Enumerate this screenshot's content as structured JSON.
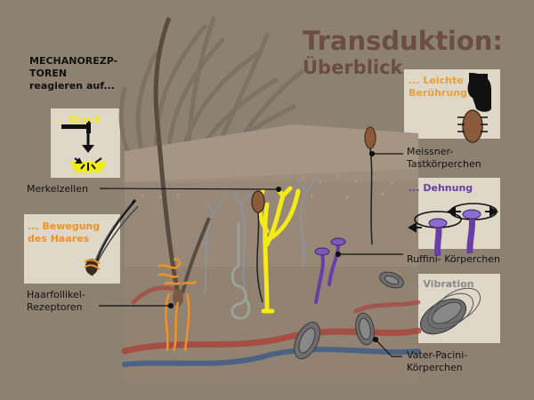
{
  "title": "Transduktion:",
  "subtitle": "Überblick",
  "intro": {
    "line1": "MECHANOREZP-",
    "line2": "TOREN",
    "line3": "reagieren auf..."
  },
  "cards": {
    "druck": {
      "label": "... Druck",
      "color": "#f2ea1a"
    },
    "haar": {
      "line1": "... Bewegung",
      "line2": "des Haares",
      "color": "#ef9226"
    },
    "beruehrung": {
      "line1": "... Leichte",
      "line2": "Berührung",
      "color": "#e3a23a"
    },
    "dehnung": {
      "label": "... Dehnung",
      "color": "#6a3ea7"
    },
    "vibration": {
      "label": "... Vibration",
      "color": "#8a8a8a"
    }
  },
  "labels": {
    "merkel": "Merkelzellen",
    "haarfollikel": {
      "line1": "Haarfollikel-",
      "line2": "Rezeptoren"
    },
    "meissner": {
      "line1": "Meissner-",
      "line2": "Tastkörperchen"
    },
    "ruffini": "Ruffini- Körperchen",
    "pacini": {
      "line1": "Vater-Pacini-",
      "line2": "Körperchen"
    }
  },
  "colors": {
    "background": "#8d8172",
    "title": "#6b4d42",
    "skin": "#9c8d7d",
    "card": "#dfd7c8"
  }
}
